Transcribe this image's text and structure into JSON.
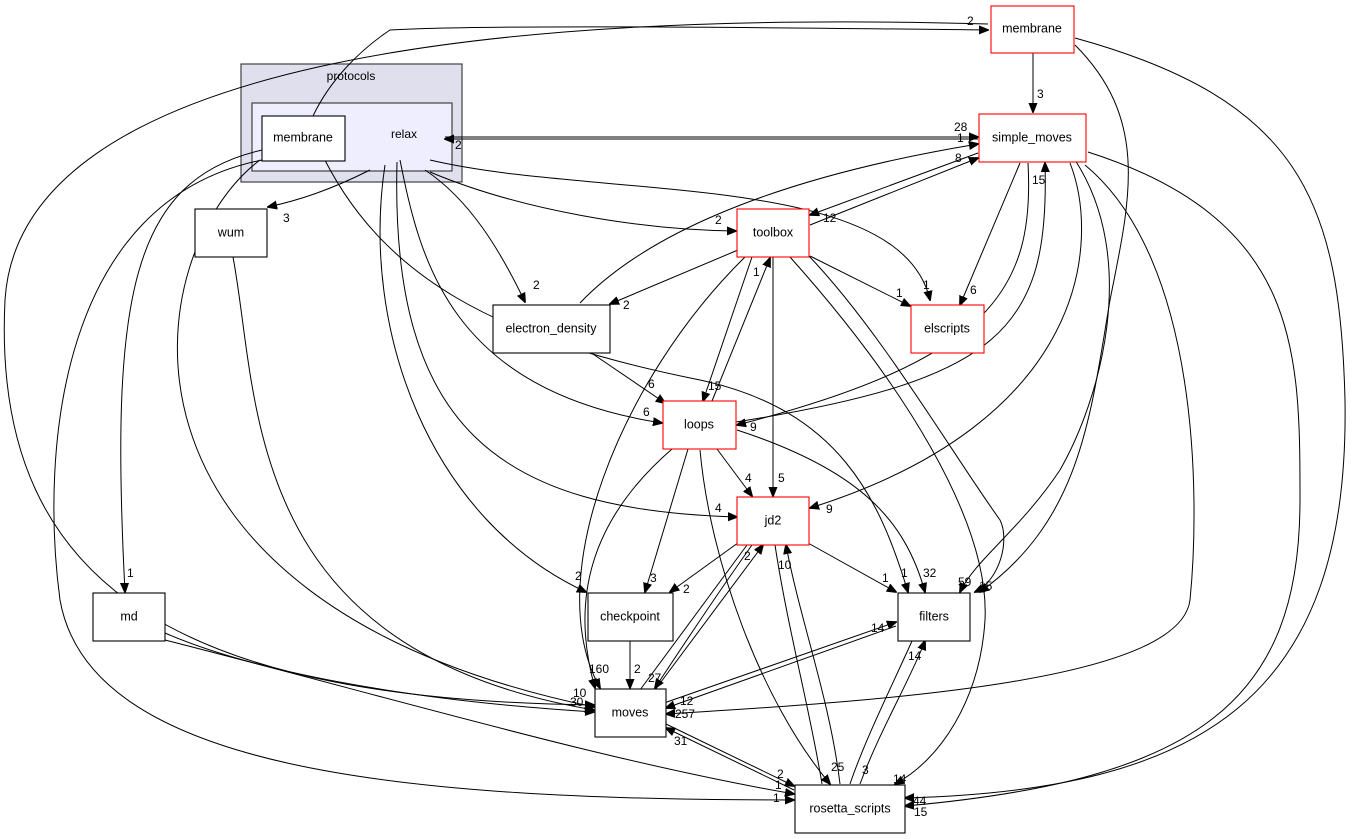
{
  "diagram": {
    "type": "directory-dependency-graph",
    "clusters": [
      {
        "id": "protocols",
        "label": "protocols"
      },
      {
        "id": "relax",
        "label": "relax"
      }
    ],
    "nodes": [
      {
        "id": "membrane_local",
        "label": "membrane",
        "highlight": false
      },
      {
        "id": "membrane",
        "label": "membrane",
        "highlight": true
      },
      {
        "id": "simple_moves",
        "label": "simple_moves",
        "highlight": true
      },
      {
        "id": "toolbox",
        "label": "toolbox",
        "highlight": true
      },
      {
        "id": "elscripts",
        "label": "elscripts",
        "highlight": true
      },
      {
        "id": "wum",
        "label": "wum",
        "highlight": false
      },
      {
        "id": "electron_density",
        "label": "electron_density",
        "highlight": false
      },
      {
        "id": "loops",
        "label": "loops",
        "highlight": true
      },
      {
        "id": "jd2",
        "label": "jd2",
        "highlight": true
      },
      {
        "id": "md",
        "label": "md",
        "highlight": false
      },
      {
        "id": "checkpoint",
        "label": "checkpoint",
        "highlight": false
      },
      {
        "id": "filters",
        "label": "filters",
        "highlight": false
      },
      {
        "id": "moves",
        "label": "moves",
        "highlight": false
      },
      {
        "id": "rosetta_scripts",
        "label": "rosetta_scripts",
        "highlight": false
      }
    ],
    "edges": [
      {
        "from": "membrane_local",
        "to": "membrane",
        "label": "2"
      },
      {
        "from": "membrane",
        "to": "simple_moves",
        "label": "3"
      },
      {
        "from": "relax",
        "to": "simple_moves",
        "label": "28"
      },
      {
        "from": "simple_moves",
        "to": "relax",
        "label": "2"
      },
      {
        "from": "electron_density",
        "to": "simple_moves",
        "label": "1"
      },
      {
        "from": "toolbox",
        "to": "simple_moves",
        "label": "8"
      },
      {
        "from": "simple_moves",
        "to": "toolbox",
        "label": "12"
      },
      {
        "from": "loops",
        "to": "simple_moves",
        "label": "15"
      },
      {
        "from": "relax",
        "to": "toolbox",
        "label": "2"
      },
      {
        "from": "relax",
        "to": "wum",
        "label": "3"
      },
      {
        "from": "relax",
        "to": "electron_density",
        "label": "2"
      },
      {
        "from": "toolbox",
        "to": "electron_density",
        "label": "2"
      },
      {
        "from": "relax",
        "to": "elscripts",
        "label": "1"
      },
      {
        "from": "toolbox",
        "to": "elscripts",
        "label": "1"
      },
      {
        "from": "simple_moves",
        "to": "elscripts",
        "label": "6"
      },
      {
        "from": "electron_density",
        "to": "loops",
        "label": "6"
      },
      {
        "from": "relax",
        "to": "loops",
        "label": "6"
      },
      {
        "from": "toolbox",
        "to": "loops",
        "label": "15"
      },
      {
        "from": "loops",
        "to": "toolbox",
        "label": "1"
      },
      {
        "from": "simple_moves",
        "to": "loops",
        "label": "9"
      },
      {
        "from": "loops",
        "to": "jd2",
        "label": "4"
      },
      {
        "from": "toolbox",
        "to": "jd2",
        "label": "5"
      },
      {
        "from": "relax",
        "to": "jd2",
        "label": "4"
      },
      {
        "from": "simple_moves",
        "to": "jd2",
        "label": "9"
      },
      {
        "from": "moves",
        "to": "jd2",
        "label": "2"
      },
      {
        "from": "rosetta_scripts",
        "to": "jd2",
        "label": "10"
      },
      {
        "from": "membrane_local",
        "to": "md",
        "label": "1"
      },
      {
        "from": "relax",
        "to": "checkpoint",
        "label": "2"
      },
      {
        "from": "loops",
        "to": "checkpoint",
        "label": "3"
      },
      {
        "from": "jd2",
        "to": "checkpoint",
        "label": "2"
      },
      {
        "from": "jd2",
        "to": "filters",
        "label": "1"
      },
      {
        "from": "relax",
        "to": "filters",
        "label": "1"
      },
      {
        "from": "loops",
        "to": "filters",
        "label": "32"
      },
      {
        "from": "simple_moves",
        "to": "filters",
        "label": "59"
      },
      {
        "from": "toolbox",
        "to": "filters",
        "label": "15"
      },
      {
        "from": "moves",
        "to": "filters",
        "label": "14"
      },
      {
        "from": "rosetta_scripts",
        "to": "filters",
        "label": "14"
      },
      {
        "from": "checkpoint",
        "to": "moves",
        "label": "2"
      },
      {
        "from": "jd2",
        "to": "moves",
        "label": "27"
      },
      {
        "from": "loops",
        "to": "moves",
        "label": "160"
      },
      {
        "from": "relax",
        "to": "moves",
        "label": "10"
      },
      {
        "from": "md",
        "to": "moves",
        "label": "30"
      },
      {
        "from": "filters",
        "to": "moves",
        "label": "12"
      },
      {
        "from": "simple_moves",
        "to": "moves",
        "label": "257"
      },
      {
        "from": "rosetta_scripts",
        "to": "moves",
        "label": "31"
      },
      {
        "from": "moves",
        "to": "rosetta_scripts",
        "label": "2"
      },
      {
        "from": "md",
        "to": "rosetta_scripts",
        "label": "1"
      },
      {
        "from": "relax",
        "to": "rosetta_scripts",
        "label": "1"
      },
      {
        "from": "jd2",
        "to": "rosetta_scripts",
        "label": "25"
      },
      {
        "from": "filters",
        "to": "rosetta_scripts",
        "label": "3"
      },
      {
        "from": "toolbox",
        "to": "rosetta_scripts",
        "label": "14"
      },
      {
        "from": "membrane",
        "to": "rosetta_scripts",
        "label": "44"
      },
      {
        "from": "simple_moves",
        "to": "rosetta_scripts",
        "label": "15"
      }
    ],
    "colors": {
      "highlight_border": "#ff0000",
      "normal_border": "#000000",
      "outer_cluster_fill": "#dfdfee",
      "inner_cluster_fill": "#eeeeff"
    }
  }
}
